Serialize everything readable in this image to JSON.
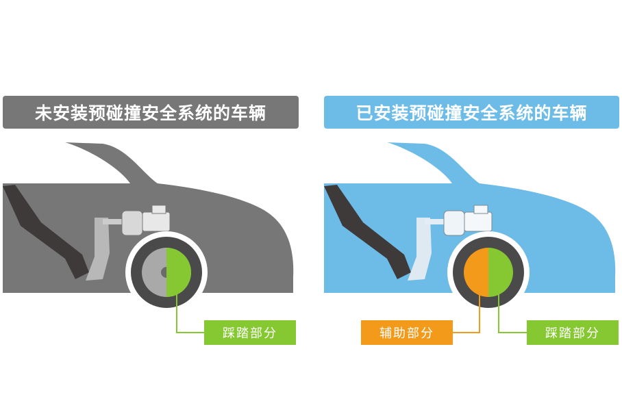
{
  "left_panel": {
    "title": "未安装预碰撞安全系统的车辆",
    "pedal_label": "踩踏部分",
    "color": "#787778"
  },
  "right_panel": {
    "title": "已安装预碰撞安全系统的车辆",
    "assist_label": "辅助部分",
    "pedal_label": "踩踏部分",
    "color": "#6dbce8"
  },
  "colors": {
    "pedal_green": "#86c832",
    "assist_orange": "#f39a1a",
    "leg": "#3f3a3a",
    "tire": "#4a4a4a"
  }
}
